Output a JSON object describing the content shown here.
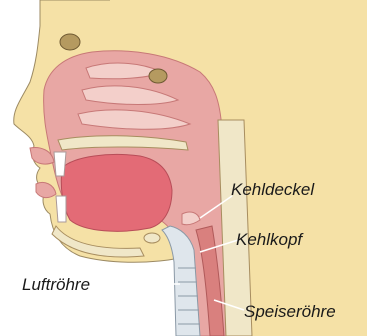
{
  "labels": {
    "epiglottis": "Kehldeckel",
    "larynx": "Kehlkopf",
    "trachea": "Luftröhre",
    "esophagus": "Speiseröhre"
  },
  "colors": {
    "skin": "#f5e1a6",
    "skin_outline": "#8a7a5a",
    "flesh": "#e8a7a4",
    "flesh_dark": "#d9807e",
    "tongue": "#e36b76",
    "cavity": "#f3cfca",
    "bone": "#f0e7c8",
    "bone_dark": "#a78d5f",
    "cartilage": "#dfe6ec",
    "leader_line": "#ffffff"
  }
}
